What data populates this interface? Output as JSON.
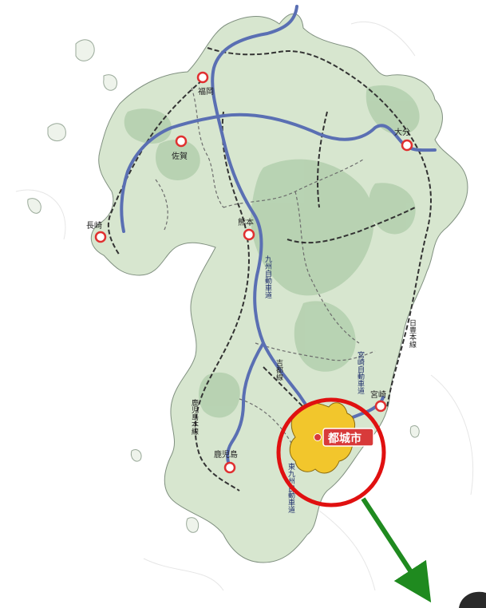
{
  "colors": {
    "land": "#d7e6cf",
    "highland": "#b3cfae",
    "expressway": "#5a6fb3",
    "railway": "#333333",
    "city_marker": "#e03030",
    "highlight_area": "#f2c62c",
    "focus_circle": "#e01010",
    "arrow": "#1f8a1f",
    "label_box": "#d83a3a"
  },
  "cities": [
    {
      "id": "fukuoka",
      "label": "福岡"
    },
    {
      "id": "oita",
      "label": "大分"
    },
    {
      "id": "saga",
      "label": "佐賀"
    },
    {
      "id": "nagasaki",
      "label": "長崎"
    },
    {
      "id": "kumamoto",
      "label": "熊本"
    },
    {
      "id": "miyazaki",
      "label": "宮崎"
    },
    {
      "id": "kagoshima",
      "label": "鹿児島"
    }
  ],
  "routes": {
    "kyushu_expressway": "九州自動車道",
    "miyazaki_expressway": "宮崎自動車道",
    "higashikyushu_expressway": "東九州自動車道",
    "nippo_line": "日豊本線",
    "kagoshima_line": "鹿児島本線",
    "kitto_line": "吉都線"
  },
  "highlight": {
    "label": "都城市"
  }
}
